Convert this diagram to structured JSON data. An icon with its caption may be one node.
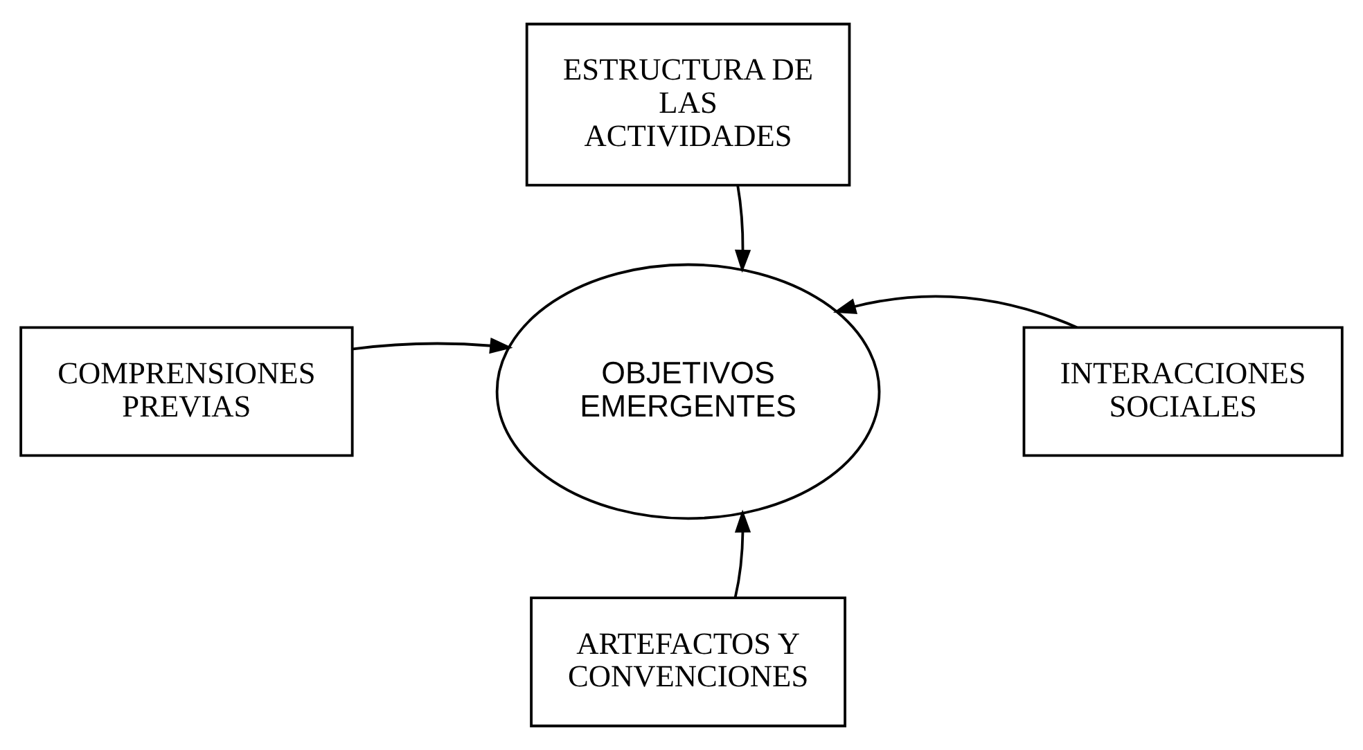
{
  "diagram": {
    "nodes": [
      {
        "text": [
          "ESTRUCTURA DE LAS ACTIVIDADES"
        ]
      },
      {
        "text": [
          "COMPRENSIONES PREVIAS"
        ]
      },
      {
        "text": [
          "OBJETIVOS EMERGENTES"
        ]
      },
      {
        "text": [
          "INTERACCIONES SOCIALES"
        ]
      },
      {
        "text": [
          "ARTEFACTOS Y CONVENCIONES"
        ]
      }
    ],
    "edges": [
      {
        "from": 0,
        "to": 2,
        "arrow": "to"
      },
      {
        "from": 1,
        "to": 2,
        "arrow": "to"
      },
      {
        "from": 3,
        "to": 2,
        "arrow": "to"
      },
      {
        "from": 4,
        "to": 2,
        "arrow": "to"
      }
    ]
  }
}
